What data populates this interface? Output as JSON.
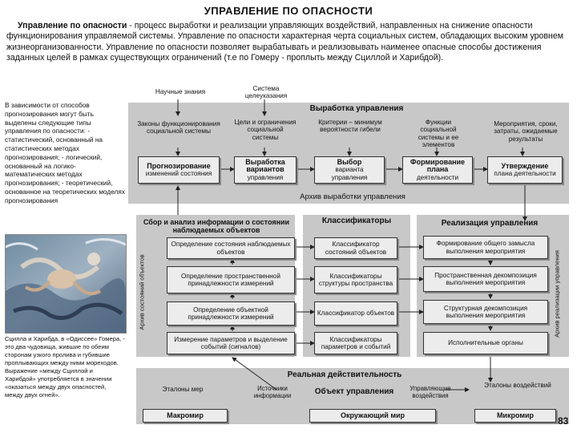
{
  "title": "УПРАВЛЕНИЕ   ПО ОПАСНОСТИ",
  "intro": {
    "term": "Управление по опасности",
    "text": " - процесс выработки и реализации управляющих воздействий, направленных на снижение опасности функционирования управляемой системы. Управление по опасности характерная черта социальных систем, обладающих высоким уровнем жизнеорганизованности. Управление по опасности позволяет вырабатывать и реализовывать  наименее опасные способы достижения заданных целей в рамках существующих ограничений (т.е по Гомеру - проплыть между Сциллой и Харибдой)."
  },
  "left_text": "В зависимости от способов прогнозирования могут быть выделены следующие типы управления по опасности: - статистический, основанный на статистических методах прогнозирования; - логический, основанный на логико-математических методах прогнозирования; - теоретический, основанное на теоретических моделях прогнозирования",
  "caption": "Сцилла и Харибда, в «Одиссее» Гомера, - это два чудовища, жившие по обеим сторонам узкого пролива и губившие проплывающих между ними мореходов. Выражение «между Сциллой и Харибдой» употребляется в значении «оказаться между двух опасностей, между двух огней».",
  "top_labels": {
    "science": "Научные знания",
    "goals_system": "Система целеуказания"
  },
  "development": {
    "header": "Выработка управления",
    "laws": "Законы функционирования социальной системы",
    "goals": "Цели и ограничения социальной системы",
    "criteria": "Критерии – минимум вероятности гибели",
    "functions": "Функции социальной системы и ее элементов",
    "measures": "Мероприятия, сроки, затраты, ожидаемые результаты",
    "forecast_t": "Прогнозирование",
    "forecast_s": "изменений состояния",
    "variants_t": "Выработка вариантов",
    "variants_s": "управления",
    "choice_t": "Выбор",
    "choice_s": "варианта управления",
    "plan_t": "Формирование плана",
    "plan_s": "деятельности",
    "approve_t": "Утверждение",
    "approve_s": "плана деятельности",
    "archive": "Архив выработки управления"
  },
  "collection": {
    "header": "Сбор и анализ информации  о состоянии наблюдаемых объектов",
    "archive_vertical": "Архив состояний объектов",
    "items": [
      "Определение состояния наблюдаемых объектов",
      "Определение пространственной принадлежности измерений",
      "Определение объектной принадлежности измерений",
      "Измерение параметров и выделение событий (сигналов)"
    ]
  },
  "classifiers": {
    "header": "Классификаторы",
    "items": [
      "Классификатор состояний объектов",
      "Классификаторы структуры пространства",
      "Классификатор объектов",
      "Классификаторы параметров и событий"
    ]
  },
  "realization": {
    "header": "Реализация управления",
    "archive_vertical": "Архив реализации управления",
    "items": [
      "Формирование общего замысла выполнения мероприятия",
      "Пространственная декомпозиция выполнения мероприятия",
      "Структурная декомпозиция выполнения мероприятия",
      "Исполнительные органы"
    ]
  },
  "reality": {
    "header": "Реальная действительность",
    "etalons_measures": "Эталоны мер",
    "info_sources": "Источники информации",
    "control_object": "Объект управления",
    "control_actions": "Управляющие воздействия",
    "etalons_actions": "Эталоны воздействий",
    "macroworld": "Макромир",
    "environment": "Окружающий мир",
    "microworld": "Микромир"
  },
  "page_number": "83"
}
